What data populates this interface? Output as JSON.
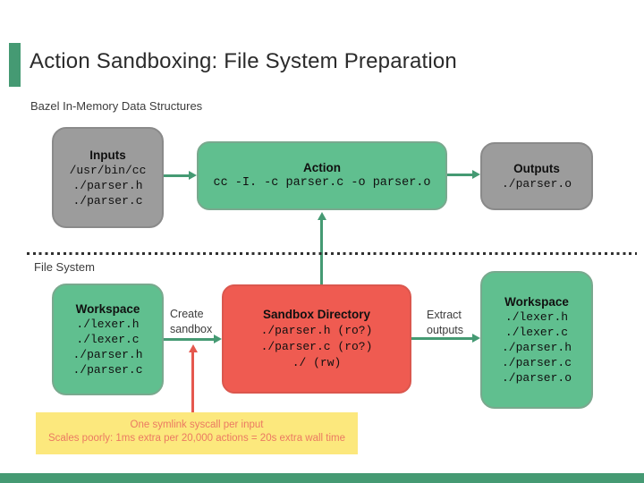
{
  "slide": {
    "title": "Action Sandboxing: File System Preparation",
    "memory_section_label": "Bazel In-Memory Data Structures",
    "filesystem_section_label": "File System"
  },
  "colors": {
    "accent_green": "#459A73",
    "node_green": "#60BF8F",
    "node_gray": "#9C9C9C",
    "node_red": "#EF5B51",
    "note_yellow": "#FCE87D",
    "note_text": "#EB7A62"
  },
  "nodes": {
    "inputs": {
      "title": "Inputs",
      "lines": [
        "/usr/bin/cc",
        "./parser.h",
        "./parser.c"
      ]
    },
    "action": {
      "title": "Action",
      "lines": [
        "cc -I. -c parser.c -o parser.o"
      ]
    },
    "outputs": {
      "title": "Outputs",
      "lines": [
        "./parser.o"
      ]
    },
    "workspace_before": {
      "title": "Workspace",
      "lines": [
        "./lexer.h",
        "./lexer.c",
        "./parser.h",
        "./parser.c"
      ]
    },
    "sandbox": {
      "title": "Sandbox Directory",
      "lines": [
        "./parser.h (ro?)",
        "./parser.c (ro?)",
        "./ (rw)"
      ]
    },
    "workspace_after": {
      "title": "Workspace",
      "lines": [
        "./lexer.h",
        "./lexer.c",
        "./parser.h",
        "./parser.c",
        "./parser.o"
      ]
    }
  },
  "edge_labels": {
    "create_sandbox": [
      "Create",
      "sandbox"
    ],
    "extract_outputs": [
      "Extract",
      "outputs"
    ]
  },
  "note": {
    "line1": "One symlink syscall per input",
    "line2": "Scales poorly: 1ms extra per 20,000 actions = 20s extra wall time"
  }
}
